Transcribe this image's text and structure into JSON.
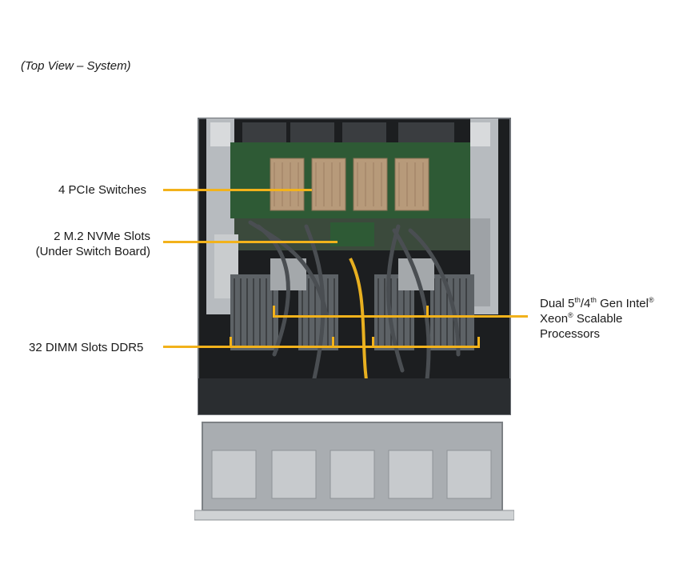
{
  "caption": "(Top View – System)",
  "labels": {
    "pcie": "4 PCIe Switches",
    "m2_line1": "2 M.2 NVMe Slots",
    "m2_line2": "(Under Switch Board)",
    "dimm": "32 DIMM Slots DDR5",
    "cpu_line1_a": "Dual 5",
    "cpu_line1_sup1": "th",
    "cpu_line1_b": "/4",
    "cpu_line1_sup2": "th",
    "cpu_line1_c": " Gen Intel",
    "cpu_line1_sup3": "®",
    "cpu_line2_a": "Xeon",
    "cpu_line2_sup": "®",
    "cpu_line2_b": " Scalable",
    "cpu_line3": "Processors"
  },
  "colors": {
    "callout": "#f2b21b",
    "pcb_green": "#2e5a35",
    "chassis_gray": "#8a8f94",
    "dark": "#1b1d1f"
  }
}
